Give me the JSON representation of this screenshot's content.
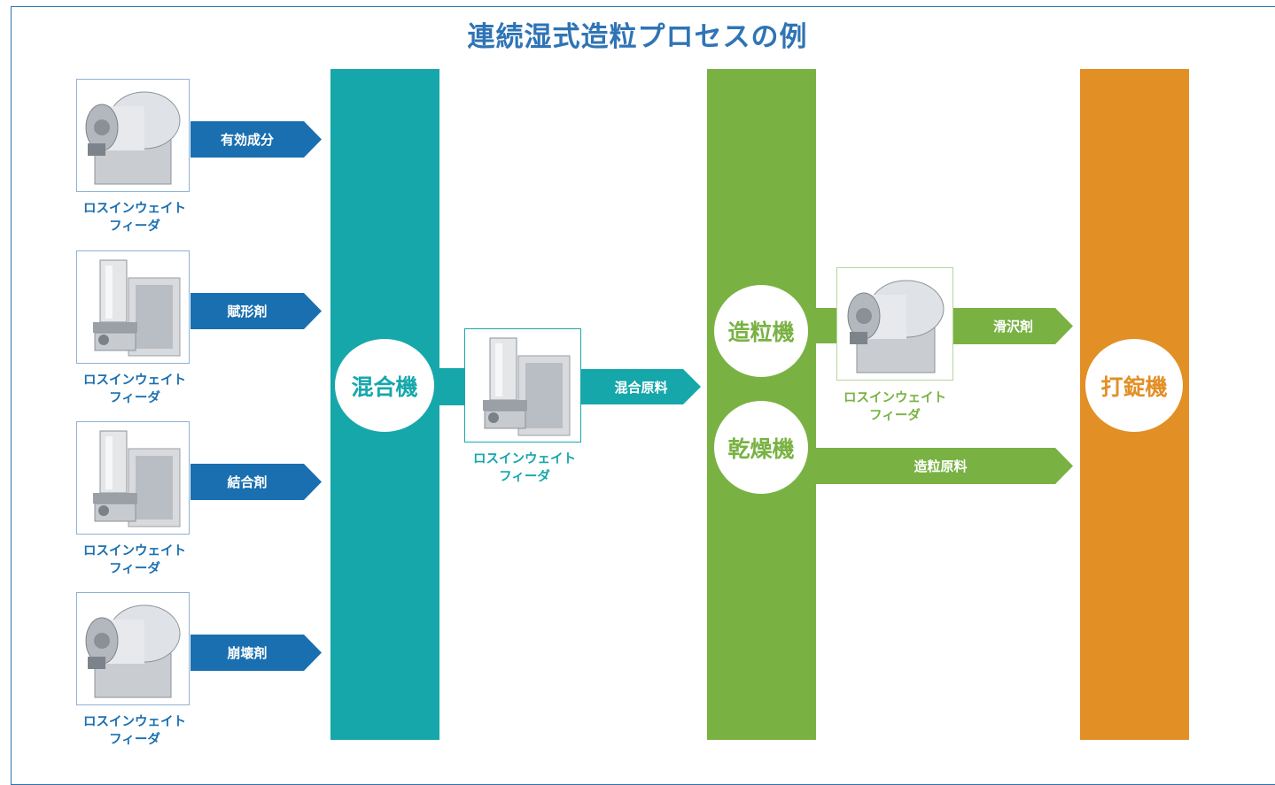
{
  "title": "連続湿式造粒プロセスの例",
  "colors": {
    "feed": "#1a6fb0",
    "teal": "#16a7ab",
    "green": "#79b243",
    "orange": "#e28f26"
  },
  "feeders_left": [
    {
      "input": "有効成分",
      "machine": "drum",
      "caption_l1": "ロスインウェイト",
      "caption_l2": "フィーダ"
    },
    {
      "input": "賦形剤",
      "machine": "hopper",
      "caption_l1": "ロスインウェイト",
      "caption_l2": "フィーダ"
    },
    {
      "input": "結合剤",
      "machine": "hopper",
      "caption_l1": "ロスインウェイト",
      "caption_l2": "フィーダ"
    },
    {
      "input": "崩壊剤",
      "machine": "drum",
      "caption_l1": "ロスインウェイト",
      "caption_l2": "フィーダ"
    }
  ],
  "mixer": {
    "label": "混合機"
  },
  "mid_feeder": {
    "caption_l1": "ロスインウェイト",
    "caption_l2": "フィーダ",
    "output": "混合原料"
  },
  "granulator": {
    "label": "造粒機"
  },
  "dryer": {
    "label": "乾燥機"
  },
  "lubricant_feeder": {
    "caption_l1": "ロスインウェイト",
    "caption_l2": "フィーダ",
    "output": "滑沢剤"
  },
  "granule_output": "造粒原料",
  "tablet_press": {
    "label": "打錠機"
  }
}
